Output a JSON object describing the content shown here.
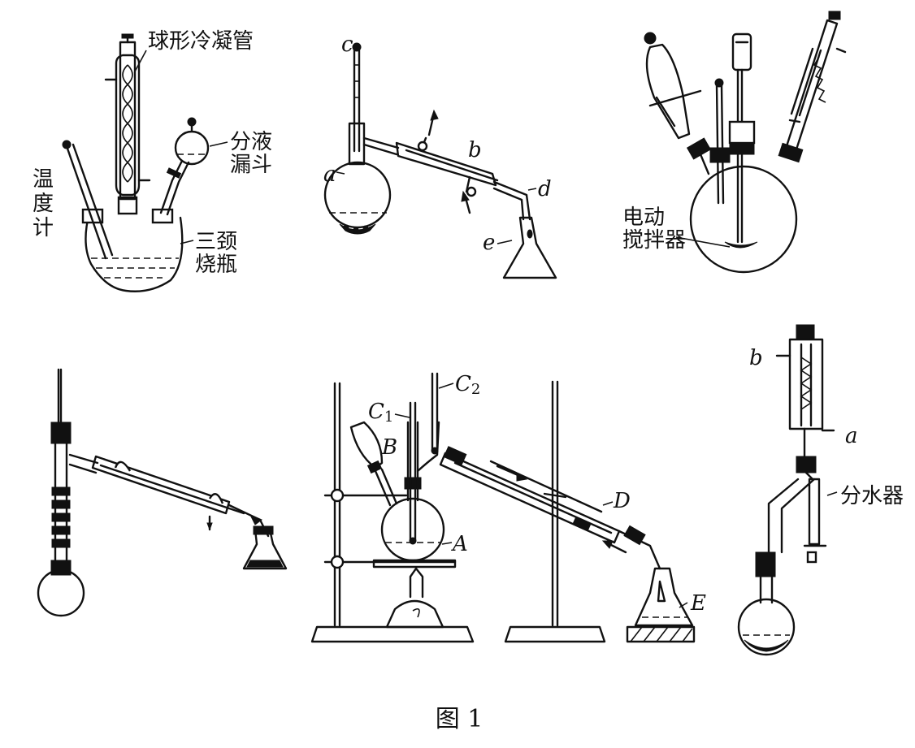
{
  "figure": {
    "caption": "图 1",
    "panels": [
      {
        "id": "reflux",
        "labels": {
          "condenser": "球形冷凝管",
          "funnel_1": "分液",
          "funnel_2": "漏斗",
          "thermo_1": "温",
          "thermo_2": "度",
          "thermo_3": "计",
          "flask_1": "三颈",
          "flask_2": "烧瓶"
        }
      },
      {
        "id": "distillation",
        "labels": {
          "a": "a",
          "b": "b",
          "c": "c",
          "d": "d",
          "e": "e"
        }
      },
      {
        "id": "stirred-three-neck",
        "labels": {
          "stirrer_1": "电动",
          "stirrer_2": "搅拌器"
        }
      },
      {
        "id": "fractional-distillation",
        "labels": {}
      },
      {
        "id": "labelled-distillation",
        "labels": {
          "A": "A",
          "B": "B",
          "C1": "C",
          "C1_sub": "1",
          "C2": "C",
          "C2_sub": "2",
          "D": "D",
          "E": "E"
        }
      },
      {
        "id": "water-separator",
        "labels": {
          "a": "a",
          "b": "b",
          "separator": "分水器"
        }
      }
    ]
  }
}
